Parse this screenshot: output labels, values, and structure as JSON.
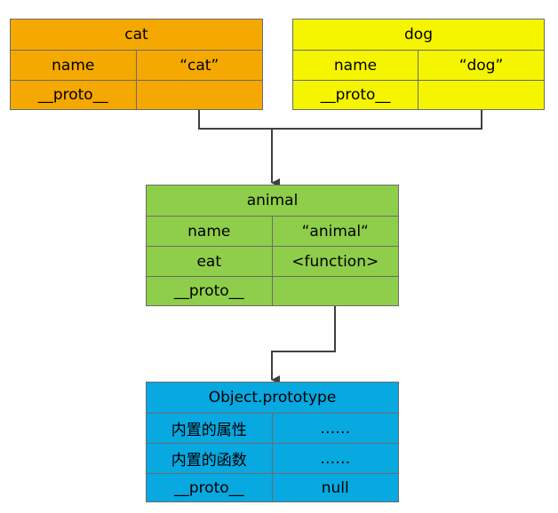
{
  "colors": {
    "cat": "#f5a800",
    "dog": "#f5f500",
    "animal": "#8fce4a",
    "object": "#08a8e0",
    "border": "#6b6b6b",
    "connector": "#404040"
  },
  "cat": {
    "title": "cat",
    "rows": [
      {
        "key": "name",
        "value": "“cat”"
      },
      {
        "key": "__proto__",
        "value": ""
      }
    ]
  },
  "dog": {
    "title": "dog",
    "rows": [
      {
        "key": "name",
        "value": "“dog”"
      },
      {
        "key": "__proto__",
        "value": ""
      }
    ]
  },
  "animal": {
    "title": "animal",
    "rows": [
      {
        "key": "name",
        "value": "“animal“"
      },
      {
        "key": "eat",
        "value": "<function>"
      },
      {
        "key": "__proto__",
        "value": ""
      }
    ]
  },
  "object_prototype": {
    "title": "Object.prototype",
    "rows": [
      {
        "key": "内置的属性",
        "value": "……"
      },
      {
        "key": "内置的函数",
        "value": "……"
      },
      {
        "key": "__proto__",
        "value": "null"
      }
    ]
  }
}
